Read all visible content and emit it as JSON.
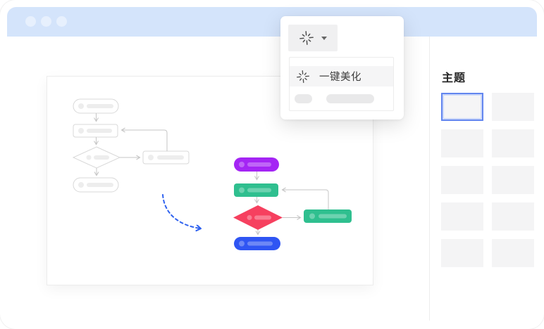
{
  "header": {
    "window_dots": 3
  },
  "popup": {
    "toolbar": {
      "beautify_icon": "spark-burst-icon",
      "caret_icon": "chevron-down-icon"
    },
    "menu": {
      "items": [
        {
          "icon": "spark-burst-icon",
          "label": "一键美化",
          "highlighted": true
        },
        {
          "type": "placeholder-item"
        }
      ]
    }
  },
  "sidebar": {
    "title": "主题",
    "themes": [
      {
        "selected": true
      },
      {
        "selected": false
      },
      {
        "selected": false
      },
      {
        "selected": false
      },
      {
        "selected": false
      },
      {
        "selected": false
      },
      {
        "selected": false
      },
      {
        "selected": false
      },
      {
        "selected": false
      },
      {
        "selected": false
      }
    ]
  },
  "canvas": {
    "before_flowchart": {
      "style": "sketch-grey",
      "nodes": [
        {
          "type": "terminator"
        },
        {
          "type": "process"
        },
        {
          "type": "decision"
        },
        {
          "type": "terminator"
        },
        {
          "type": "process"
        }
      ]
    },
    "after_flowchart": {
      "style": "themed-colors",
      "nodes": [
        {
          "type": "terminator",
          "color": "#a425f4"
        },
        {
          "type": "process",
          "color": "#2fbf8f"
        },
        {
          "type": "decision",
          "color": "#f6405f"
        },
        {
          "type": "terminator",
          "color": "#2f55f3"
        },
        {
          "type": "process",
          "color": "#2fbf8f"
        }
      ]
    },
    "transform_arrow": {
      "style": "dashed-curve",
      "color": "#2f62ef"
    }
  },
  "colors": {
    "header_bg": "#d4e4fb",
    "header_dot": "#e7f0fd",
    "node_purple": "#a425f4",
    "node_green": "#2fbf8f",
    "node_red": "#f6405f",
    "node_blue": "#2f55f3",
    "accent_blue": "#2f62ef",
    "selected_theme_border": "#6286ef",
    "connector_grey": "#c6c6c6",
    "sketch_stroke": "#d8d8d8",
    "sketch_placeholder": "#ededed"
  }
}
